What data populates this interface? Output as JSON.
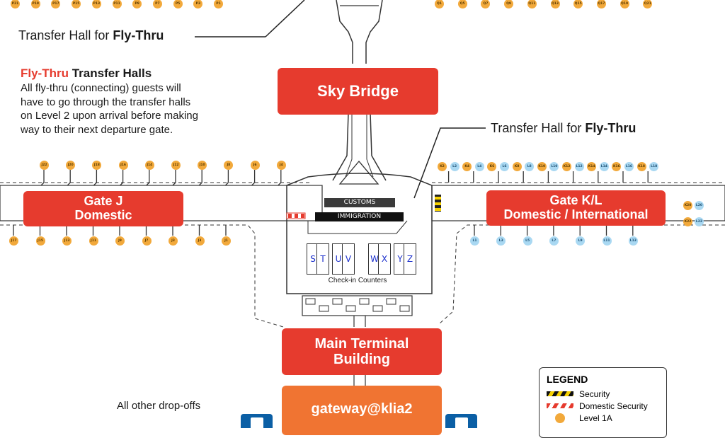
{
  "top": {
    "hall_label_prefix": "Transfer Hall for ",
    "hall_label_bold": "Fly-Thru",
    "gates_left": [
      "P21",
      "P19",
      "P17",
      "P15",
      "P13",
      "P11",
      "P9",
      "P7",
      "P5",
      "P3",
      "P1"
    ],
    "gates_right": [
      "Q1",
      "Q5",
      "Q7",
      "Q9",
      "Q11",
      "Q13",
      "Q15",
      "Q17",
      "Q19",
      "Q21"
    ]
  },
  "info": {
    "title_red": "Fly-Thru",
    "title_rest": " Transfer Halls",
    "body_lines": [
      "All fly-thru (connecting) guests will",
      "have to go through the transfer halls",
      "on Level 2 upon arrival before making",
      "way to their next departure gate."
    ]
  },
  "sky_bridge": "Sky Bridge",
  "transfer_hall_right": {
    "prefix": "Transfer Hall for ",
    "bold": "Fly-Thru"
  },
  "gate_j": {
    "line1": "Gate J",
    "line2": "Domestic",
    "top_gates": [
      "J22",
      "J20",
      "J18",
      "J16",
      "J14",
      "J12",
      "J10",
      "J8",
      "J6",
      "J4"
    ],
    "bottom_gates": [
      "J17",
      "J15",
      "J13",
      "J11",
      "J9",
      "J7",
      "J3",
      "J3",
      "J1"
    ]
  },
  "gate_kl": {
    "line1": "Gate K/L",
    "line2": "Domestic / International",
    "top_gates": [
      {
        "id": "K2",
        "t": "dom"
      },
      {
        "id": "L2",
        "t": "intl"
      },
      {
        "id": "K4",
        "t": "dom"
      },
      {
        "id": "L4",
        "t": "intl"
      },
      {
        "id": "K6",
        "t": "dom"
      },
      {
        "id": "L6",
        "t": "intl"
      },
      {
        "id": "K8",
        "t": "dom"
      },
      {
        "id": "L8",
        "t": "intl"
      },
      {
        "id": "K10",
        "t": "dom"
      },
      {
        "id": "L10",
        "t": "intl"
      },
      {
        "id": "K12",
        "t": "dom"
      },
      {
        "id": "L12",
        "t": "intl"
      },
      {
        "id": "K14",
        "t": "dom"
      },
      {
        "id": "L14",
        "t": "intl"
      },
      {
        "id": "K16",
        "t": "dom"
      },
      {
        "id": "L16",
        "t": "intl"
      },
      {
        "id": "K18",
        "t": "dom"
      },
      {
        "id": "L18",
        "t": "intl"
      }
    ],
    "bottom_gates": [
      "L1",
      "L3",
      "L5",
      "L7",
      "L9",
      "L11",
      "L13"
    ],
    "end_gates": [
      {
        "id": "K20",
        "t": "dom"
      },
      {
        "id": "L20",
        "t": "intl"
      },
      {
        "id": "K22",
        "t": "dom"
      },
      {
        "id": "L22",
        "t": "intl"
      }
    ]
  },
  "customs": "CUSTOMS",
  "immigration": "IMMIGRATION",
  "counters": [
    "S",
    "T",
    "U",
    "V",
    "W",
    "X",
    "Y",
    "Z"
  ],
  "checkin_label": "Check-in Counters",
  "main_terminal": {
    "line1": "Main Terminal",
    "line2": "Building"
  },
  "gateway": "gateway@klia2",
  "drop_offs": "All other drop-offs",
  "legend": {
    "title": "LEGEND",
    "items": [
      "Security",
      "Domestic Security",
      "Level 1A"
    ]
  },
  "colors": {
    "red": "#e63b2e",
    "orange": "#f07432",
    "domestic": "#f2a93b",
    "international": "#a9d8f2"
  }
}
